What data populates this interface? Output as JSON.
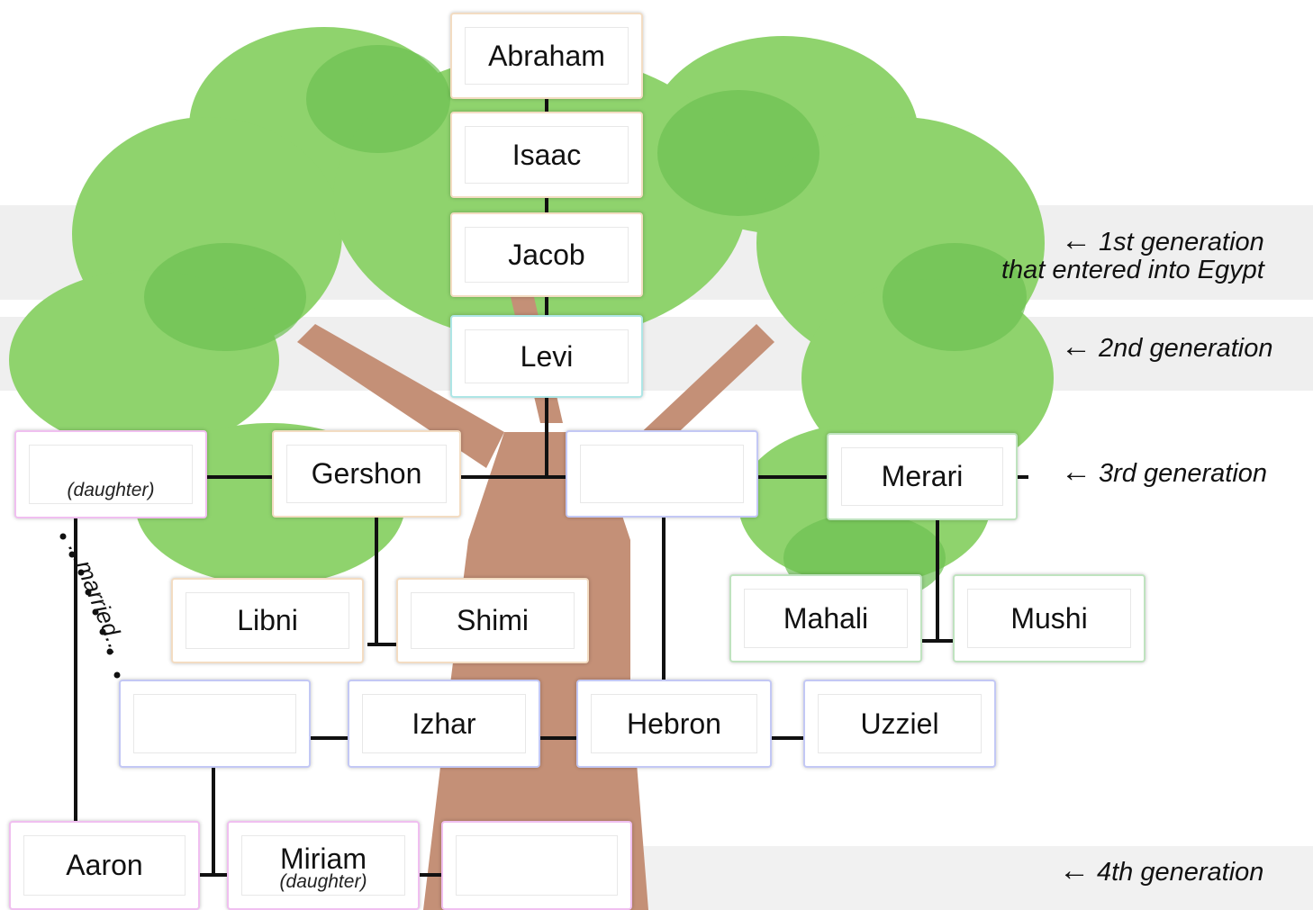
{
  "people": {
    "abraham": "Abraham",
    "isaac": "Isaac",
    "jacob": "Jacob",
    "levi": "Levi",
    "daughter_gen3": "",
    "gershon": "Gershon",
    "kohath_blank": "",
    "merari": "Merari",
    "libni": "Libni",
    "shimi": "Shimi",
    "mahali": "Mahali",
    "mushi": "Mushi",
    "amram_blank": "",
    "izhar": "Izhar",
    "hebron": "Hebron",
    "uzziel": "Uzziel",
    "aaron": "Aaron",
    "miriam": "Miriam",
    "moses_blank": ""
  },
  "notes": {
    "daughter_left": "(daughter)",
    "miriam_daughter": "(daughter)",
    "married": "...married..."
  },
  "generations": {
    "arrow": "←",
    "first_line1": "1st generation",
    "first_line2": "that entered into Egypt",
    "second": "2nd generation",
    "third": "3rd generation",
    "fourth": "4th generation"
  },
  "colors": {
    "foliage_light": "#8fd36d",
    "foliage_mid": "#6cc152",
    "foliage_dark": "#4fa83e",
    "trunk": "#c49077",
    "trunk_dark": "#a8775f",
    "band": "#e6e6e6"
  }
}
